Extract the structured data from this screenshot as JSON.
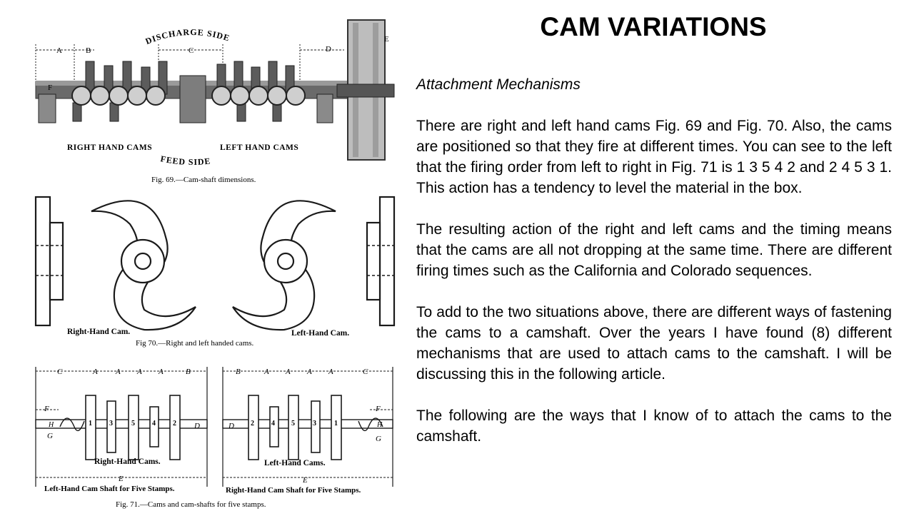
{
  "slide": {
    "title": "CAM VARIATIONS",
    "subheading": "Attachment Mechanisms",
    "paragraphs": [
      "There are right and left hand cams Fig. 69 and Fig. 70. Also, the cams are positioned so that they fire at different times. You can see to the left that the firing order from left to right in Fig. 71 is 1 3 5 4 2 and 2 4 5 3 1. This action has a tendency to level the material in the box.",
      "The resulting action of the right and left cams and the timing means that the cams are all not dropping at the same time. There are different firing times such as the California and Colorado sequences.",
      "To add to the two situations above, there are different ways of fastening the cams to a camshaft. Over the years I have found (8) different mechanisms that are used to attach cams to the camshaft. I will be discussing this in the following article.",
      "The following are the ways that I know of to attach the cams to the camshaft."
    ]
  },
  "fig69": {
    "top_label": "DISCHARGE SIDE",
    "bottom_label": "FEED SIDE",
    "left_label": "RIGHT HAND CAMS",
    "right_label": "LEFT HAND CAMS",
    "dim_labels": [
      "A",
      "B",
      "C",
      "D",
      "E",
      "F"
    ],
    "caption": "Fig. 69.—Cam-shaft dimensions."
  },
  "fig70": {
    "left_label": "Right-Hand Cam.",
    "right_label": "Left-Hand Cam.",
    "caption": "Fig 70.—Right and left handed cams."
  },
  "fig71": {
    "left": {
      "dims": [
        "C",
        "A",
        "A",
        "A",
        "A",
        "B"
      ],
      "cam_numbers": [
        "1",
        "3",
        "5",
        "4",
        "2"
      ],
      "inner_label": "Right-Hand Cams.",
      "span": "E",
      "title": "Left-Hand Cam Shaft for Five Stamps.",
      "shaft_labels": [
        "F",
        "H",
        "G",
        "D"
      ]
    },
    "right": {
      "dims": [
        "B",
        "A",
        "A",
        "A",
        "A",
        "C"
      ],
      "cam_numbers": [
        "2",
        "4",
        "5",
        "3",
        "1"
      ],
      "inner_label": "Left-Hand Cams.",
      "span": "E",
      "title": "Right-Hand Cam Shaft for Five Stamps.",
      "shaft_labels": [
        "F",
        "H",
        "G",
        "D"
      ]
    },
    "caption": "Fig. 71.—Cams and cam-shafts for five stamps."
  }
}
